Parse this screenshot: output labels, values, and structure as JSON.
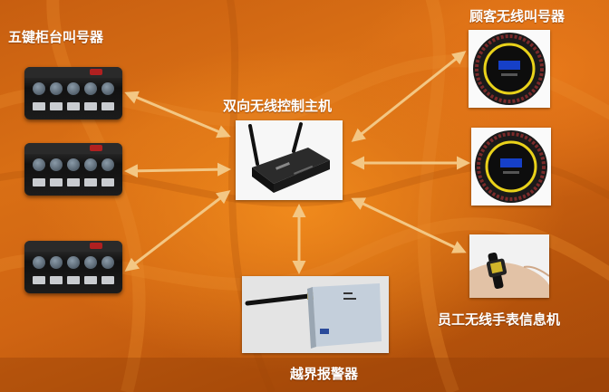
{
  "labels": {
    "keypads": "五键柜台叫号器",
    "host": "双向无线控制主机",
    "customer_pagers": "顾客无线叫号器",
    "watch": "员工无线手表信息机",
    "alarm": "越界报警器"
  },
  "colors": {
    "background": "#d26a14",
    "arrow": "#f3c784",
    "text": "#ffffff"
  },
  "icons": {
    "keypad": "counter-keypad-icon",
    "host": "wireless-host-icon",
    "pager": "round-pager-icon",
    "watch": "wrist-watch-icon",
    "alarm": "alarm-box-icon"
  }
}
